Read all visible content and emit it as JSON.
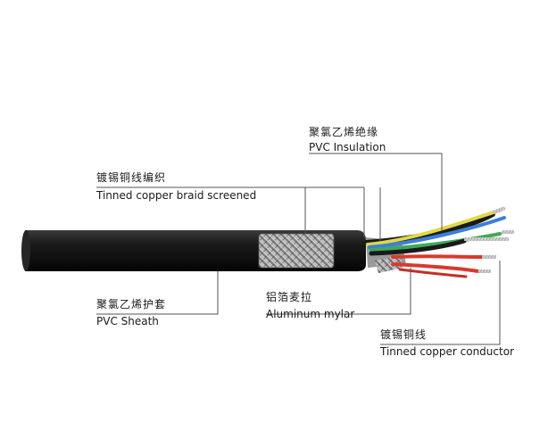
{
  "labels": {
    "pvc_insulation": {
      "zh": "聚氯乙烯绝缘",
      "en": "PVC Insulation"
    },
    "braid": {
      "zh": "镀锡铜线编织",
      "en": "Tinned copper braid screened"
    },
    "sheath": {
      "zh": "聚氯乙烯护套",
      "en": "PVC Sheath"
    },
    "mylar": {
      "zh": "铝箔麦拉",
      "en": "Aluminum mylar"
    },
    "conductor": {
      "zh": "镀锡铜线",
      "en": "Tinned copper conductor"
    }
  },
  "colors": {
    "sheath": "#141414",
    "braid": "#b8b8b8",
    "wire_yellow": "#e0d84a",
    "wire_blue": "#3d7fd6",
    "wire_green": "#3fa85a",
    "wire_red": "#d83a2e",
    "leader_line": "#555555"
  }
}
